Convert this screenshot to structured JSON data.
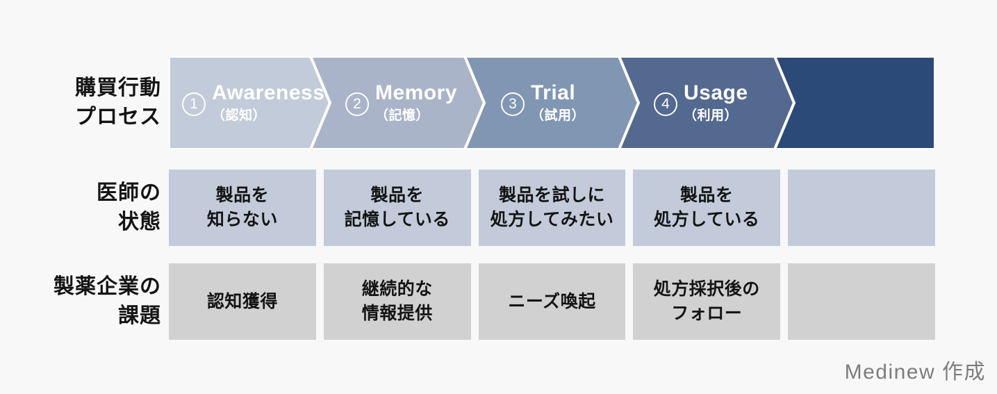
{
  "row_labels": {
    "process": "購買行動\nプロセス",
    "doctor": "医師の\n状態",
    "company": "製薬企業の\n課題"
  },
  "stages": [
    {
      "number": "1",
      "name": "Awareness",
      "name_jp": "（認知）",
      "color": "#c2cbd9"
    },
    {
      "number": "2",
      "name": "Memory",
      "name_jp": "（記憶）",
      "color": "#a9b4c8"
    },
    {
      "number": "3",
      "name": "Trial",
      "name_jp": "（試用）",
      "color": "#8196b3"
    },
    {
      "number": "4",
      "name": "Usage",
      "name_jp": "（利用）",
      "color": "#54698f"
    },
    {
      "number": "",
      "name": "",
      "name_jp": "",
      "color": "#2b4a78"
    }
  ],
  "doctor_states": [
    "製品を\n知らない",
    "製品を\n記憶している",
    "製品を試しに\n処方してみたい",
    "製品を\n処方している",
    ""
  ],
  "company_tasks": [
    "認知獲得",
    "継続的な\n情報提供",
    "ニーズ喚起",
    "処方採択後の\nフォロー",
    ""
  ],
  "palette": {
    "doctor_cell": "#c3cbda",
    "company_cell": "#d1d1d1",
    "divider": "#ffffff"
  },
  "footer": {
    "credit": "Medinew 作成"
  }
}
